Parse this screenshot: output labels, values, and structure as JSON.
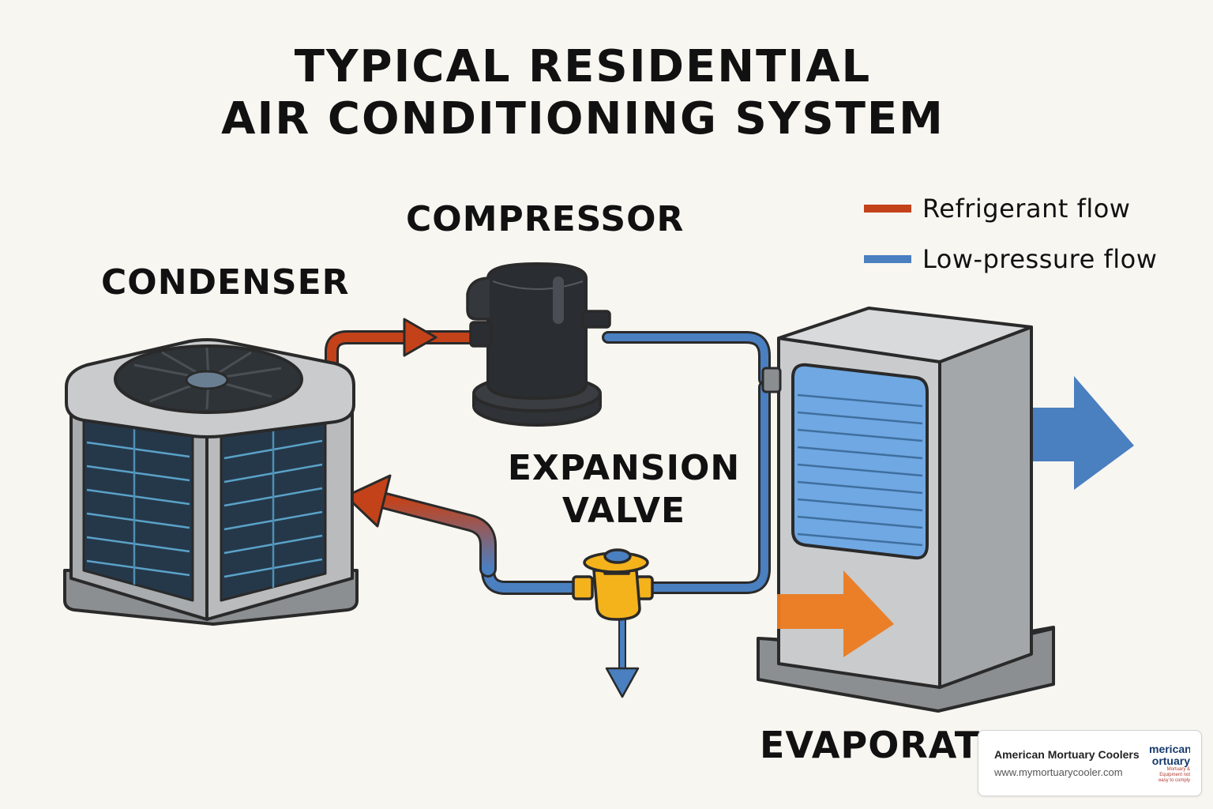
{
  "title": {
    "line1": "TYPICAL RESIDENTIAL",
    "line2": "AIR CONDITIONING SYSTEM"
  },
  "components": {
    "condenser": "CONDENSER",
    "compressor": "COMPRESSOR",
    "expansion_valve_line1": "EXPANSION",
    "expansion_valve_line2": "VALVE",
    "evaporator": "EVAPORATOR"
  },
  "legend": {
    "items": [
      {
        "label": "Refrigerant flow",
        "color": "#c4421a"
      },
      {
        "label": "Low-pressure flow",
        "color": "#4a7fc0"
      }
    ]
  },
  "colors": {
    "refrigerant": "#c4421a",
    "low_pressure": "#4a7fc0",
    "air_out": "#4a7fc0",
    "air_in": "#ec7a1f",
    "valve": "#f4b21b",
    "unit_body": "#c9cbcd",
    "outline": "#2a2a2a",
    "background": "#f8f6f1"
  },
  "watermark": {
    "name": "American Mortuary Coolers",
    "url": "www.mymortuarycooler.com",
    "logo_line1": "merican",
    "logo_line2": "ortuary",
    "logo_small": "Mortuary & Equipment\nnot easy to comply"
  }
}
